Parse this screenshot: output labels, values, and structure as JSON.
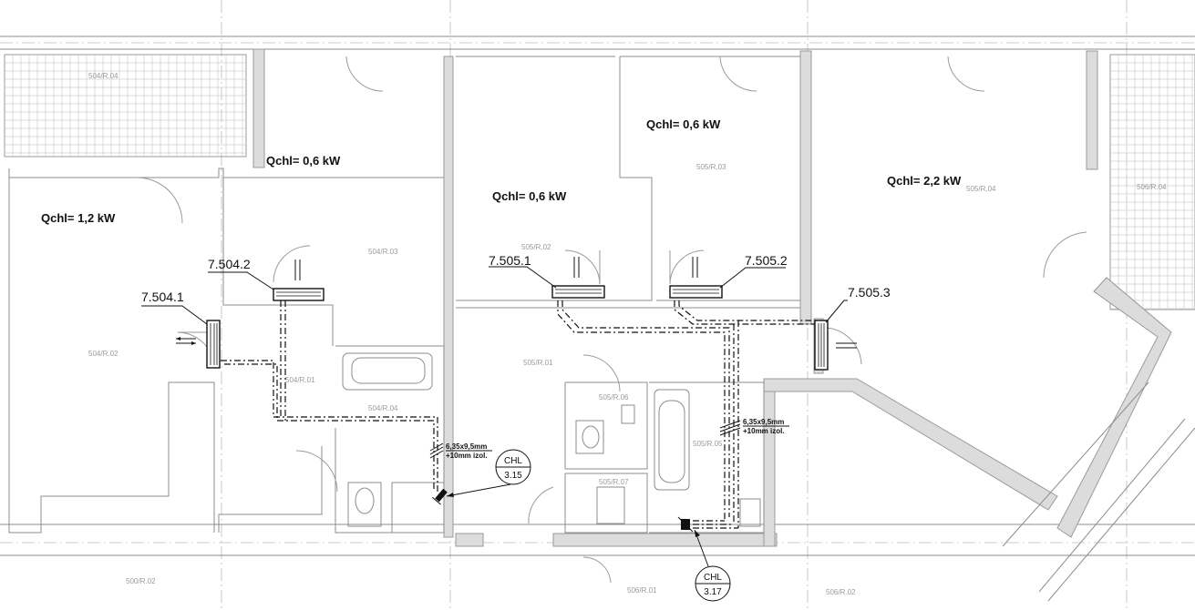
{
  "loads": [
    {
      "label": "Qchl= 1,2 kW"
    },
    {
      "label": "Qchl= 0,6 kW"
    },
    {
      "label": "Qchl= 0,6 kW"
    },
    {
      "label": "Qchl= 0,6 kW"
    },
    {
      "label": "Qchl= 2,2 kW"
    }
  ],
  "units": [
    {
      "id": "7.504.1"
    },
    {
      "id": "7.504.2"
    },
    {
      "id": "7.505.1"
    },
    {
      "id": "7.505.2"
    },
    {
      "id": "7.505.3"
    }
  ],
  "rooms": {
    "r504_04": "504/R.04",
    "r504_03": "504/R.03",
    "r504_02": "504/R.02",
    "r504_01": "504/R.01",
    "r504_05": "504/R.04",
    "r505_02": "505/R.02",
    "r505_03": "505/R.03",
    "r505_04": "505/R.04",
    "r505_01": "505/R.01",
    "r505_06": "505/R.06",
    "r505_05": "505/R.05",
    "r505_07": "505/R.07",
    "r506_04": "506/R.04",
    "r500_02": "500/R.02",
    "r506_01": "506/R.01",
    "r506_02": "506/R.02"
  },
  "pipes": [
    {
      "size": "6,35x9,5mm",
      "insulation": "+10mm izol."
    },
    {
      "size": "6,35x9,5mm",
      "insulation": "+10mm izol."
    }
  ],
  "chillers": [
    {
      "code": "CHL",
      "number": "3.15"
    },
    {
      "code": "CHL",
      "number": "3.17"
    }
  ]
}
